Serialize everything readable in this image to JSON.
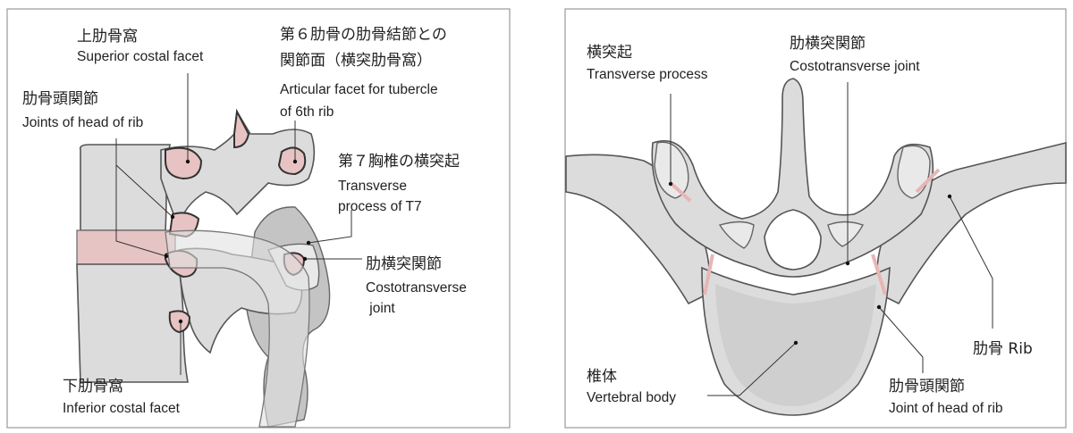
{
  "left_panel": {
    "labels": {
      "superior_costal_facet": {
        "jp": "上肋骨窩",
        "en": "Superior costal facet"
      },
      "articular_facet": {
        "jp1": "第６肋骨の肋骨結節との",
        "jp2": "関節面（横突肋骨窩）",
        "en1": "Articular facet for tubercle",
        "en2": "of 6th rib"
      },
      "joints_head_rib": {
        "jp": "肋骨頭関節",
        "en": "Joints of head of rib"
      },
      "transverse_process_t7": {
        "jp": "第７胸椎の横突起",
        "en1": "Transverse",
        "en2": "process of T7"
      },
      "costotransverse_joint": {
        "jp": "肋横突関節",
        "en1": "Costotransverse",
        "en2": " joint"
      },
      "inferior_costal_facet": {
        "jp": "下肋骨窩",
        "en": "Inferior costal facet"
      }
    }
  },
  "right_panel": {
    "labels": {
      "transverse_process": {
        "jp": "横突起",
        "en": "Transverse process"
      },
      "costotransverse_joint": {
        "jp": "肋横突関節",
        "en": "Costotransverse joint"
      },
      "rib": {
        "text": "肋骨 Rib"
      },
      "vertebral_body": {
        "jp": "椎体",
        "en": "Vertebral body"
      },
      "joint_head_rib": {
        "jp": "肋骨頭関節",
        "en": "Joint of head of rib"
      }
    }
  },
  "colors": {
    "bone": "#dcdcdc",
    "articular": "#e8c3c3",
    "frame": "#999999"
  }
}
